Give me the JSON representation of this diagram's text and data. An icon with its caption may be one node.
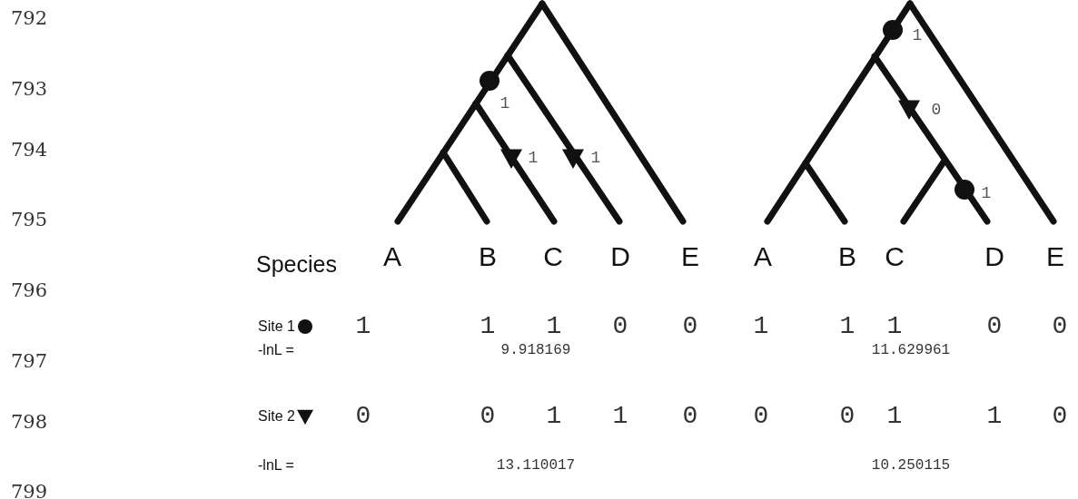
{
  "diagram": {
    "labels": [
      "792",
      "1",
      "793",
      "1",
      "0",
      "794",
      "1",
      "1",
      "1",
      "795",
      "Species",
      "A",
      "B",
      "C",
      "D",
      "E",
      "A",
      "B",
      "C",
      "D",
      "E",
      "796",
      "Site 1",
      "1",
      "1",
      "1",
      "0",
      "0",
      "1",
      "1",
      "1",
      "0",
      "0",
      "797",
      "-lnL =",
      "9.918169",
      "11.629961",
      "798",
      "Site 2",
      "0",
      "0",
      "1",
      "1",
      "0",
      "0",
      "0",
      "1",
      "1",
      "0",
      "-lnL =",
      "13.110017",
      "10.250115",
      "799"
    ]
  }
}
